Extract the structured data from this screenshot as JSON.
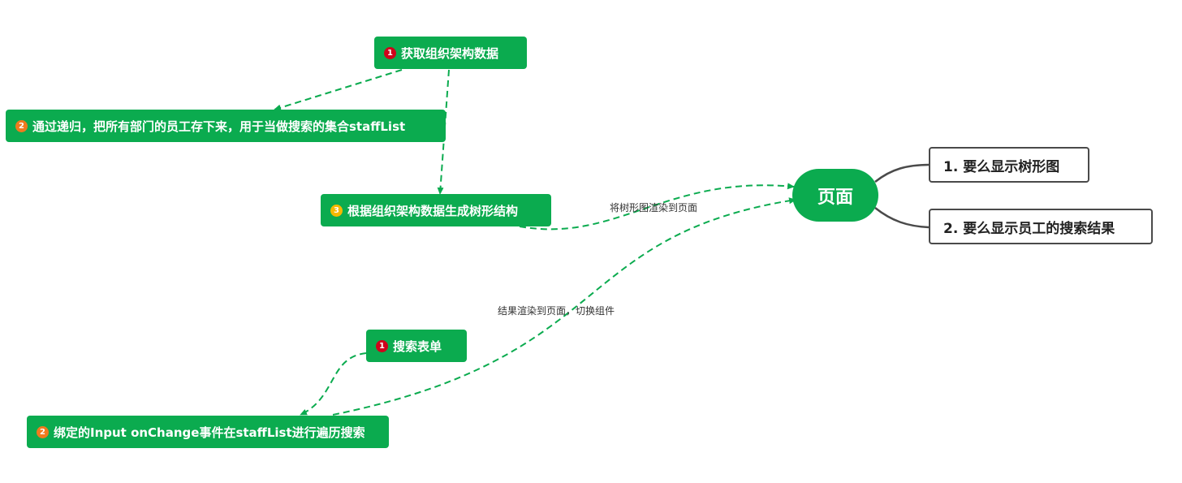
{
  "central": {
    "label": "页面"
  },
  "topics": [
    {
      "label": "1. 要么显示树形图"
    },
    {
      "label": "2. 要么显示员工的搜索结果"
    }
  ],
  "flow_tree": [
    {
      "marker": "1",
      "marker_color": "#d0021b",
      "label": "获取组织架构数据"
    },
    {
      "marker": "2",
      "marker_color": "#f07a1e",
      "label": "通过递归，把所有部门的员工存下来，用于当做搜索的集合staffList"
    },
    {
      "marker": "3",
      "marker_color": "#f5b800",
      "label": "根据组织架构数据生成树形结构"
    }
  ],
  "flow_search": [
    {
      "marker": "1",
      "marker_color": "#d0021b",
      "label": "搜索表单"
    },
    {
      "marker": "2",
      "marker_color": "#f07a1e",
      "label": "绑定的Input onChange事件在staffList进行遍历搜索"
    }
  ],
  "edge_labels": {
    "render_tree": "将树形图渲染到页面",
    "render_results": "结果渲染到页面，切换组件"
  },
  "colors": {
    "node_green": "#0bab4f",
    "connector_green": "#0bab4f",
    "topic_border": "#4a4a4a"
  }
}
